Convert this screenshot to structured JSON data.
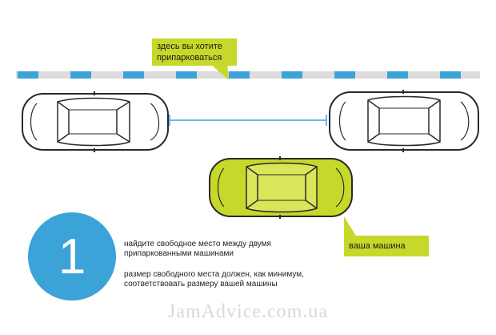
{
  "callouts": {
    "target": "здесь вы хотите припарковаться",
    "your_car": "ваша машина"
  },
  "step": {
    "number": "1",
    "instruction_1": "найдите свободное место между двумя припаркованными машинами",
    "instruction_2": "размер свободного места должен, как минимум, соответствовать размеру вашей машины"
  },
  "watermark": "JamAdvice.com.ua",
  "colors": {
    "accent_green": "#c6d92a",
    "accent_blue": "#3ba3d8",
    "curb_gray": "#dcdcdc"
  }
}
